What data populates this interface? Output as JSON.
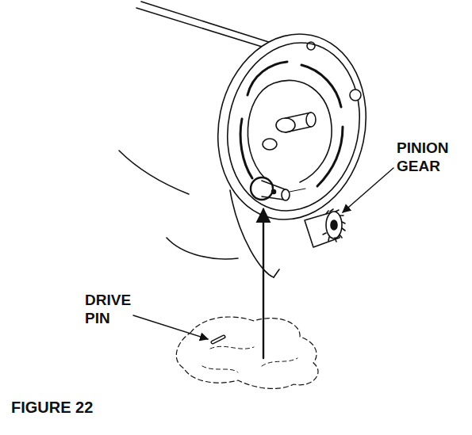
{
  "diagram": {
    "caption": "FIGURE 22",
    "labels": [
      "PINION GEAR",
      "DRIVE PIN"
    ]
  }
}
